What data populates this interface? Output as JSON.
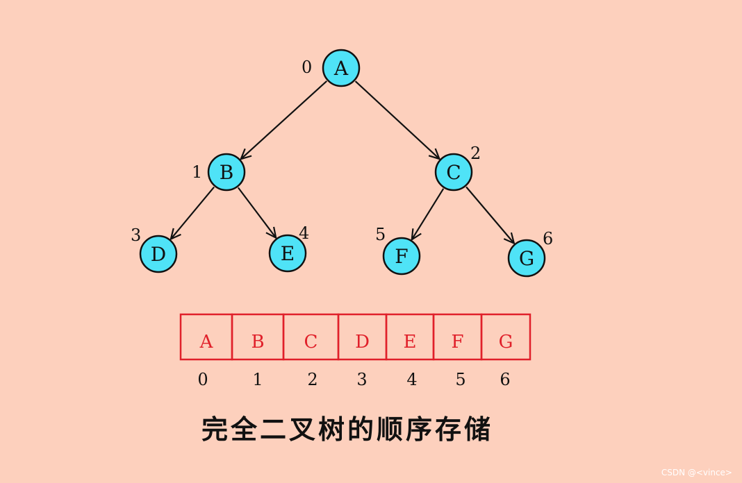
{
  "tree": {
    "nodes": [
      {
        "label": "A",
        "index": "0"
      },
      {
        "label": "B",
        "index": "1"
      },
      {
        "label": "C",
        "index": "2"
      },
      {
        "label": "D",
        "index": "3"
      },
      {
        "label": "E",
        "index": "4"
      },
      {
        "label": "F",
        "index": "5"
      },
      {
        "label": "G",
        "index": "6"
      }
    ],
    "edges": [
      {
        "from": "A",
        "to": "B"
      },
      {
        "from": "A",
        "to": "C"
      },
      {
        "from": "B",
        "to": "D"
      },
      {
        "from": "B",
        "to": "E"
      },
      {
        "from": "C",
        "to": "F"
      },
      {
        "from": "C",
        "to": "G"
      }
    ],
    "node_fill": "#4fe3f7"
  },
  "array": {
    "cells": [
      "A",
      "B",
      "C",
      "D",
      "E",
      "F",
      "G"
    ],
    "indices": [
      "0",
      "1",
      "2",
      "3",
      "4",
      "5",
      "6"
    ],
    "border_color": "#e0202a",
    "text_color": "#e0202a"
  },
  "caption": "完全二叉树的顺序存储",
  "watermark": "CSDN @<vince>",
  "background": "#fdd0bd"
}
